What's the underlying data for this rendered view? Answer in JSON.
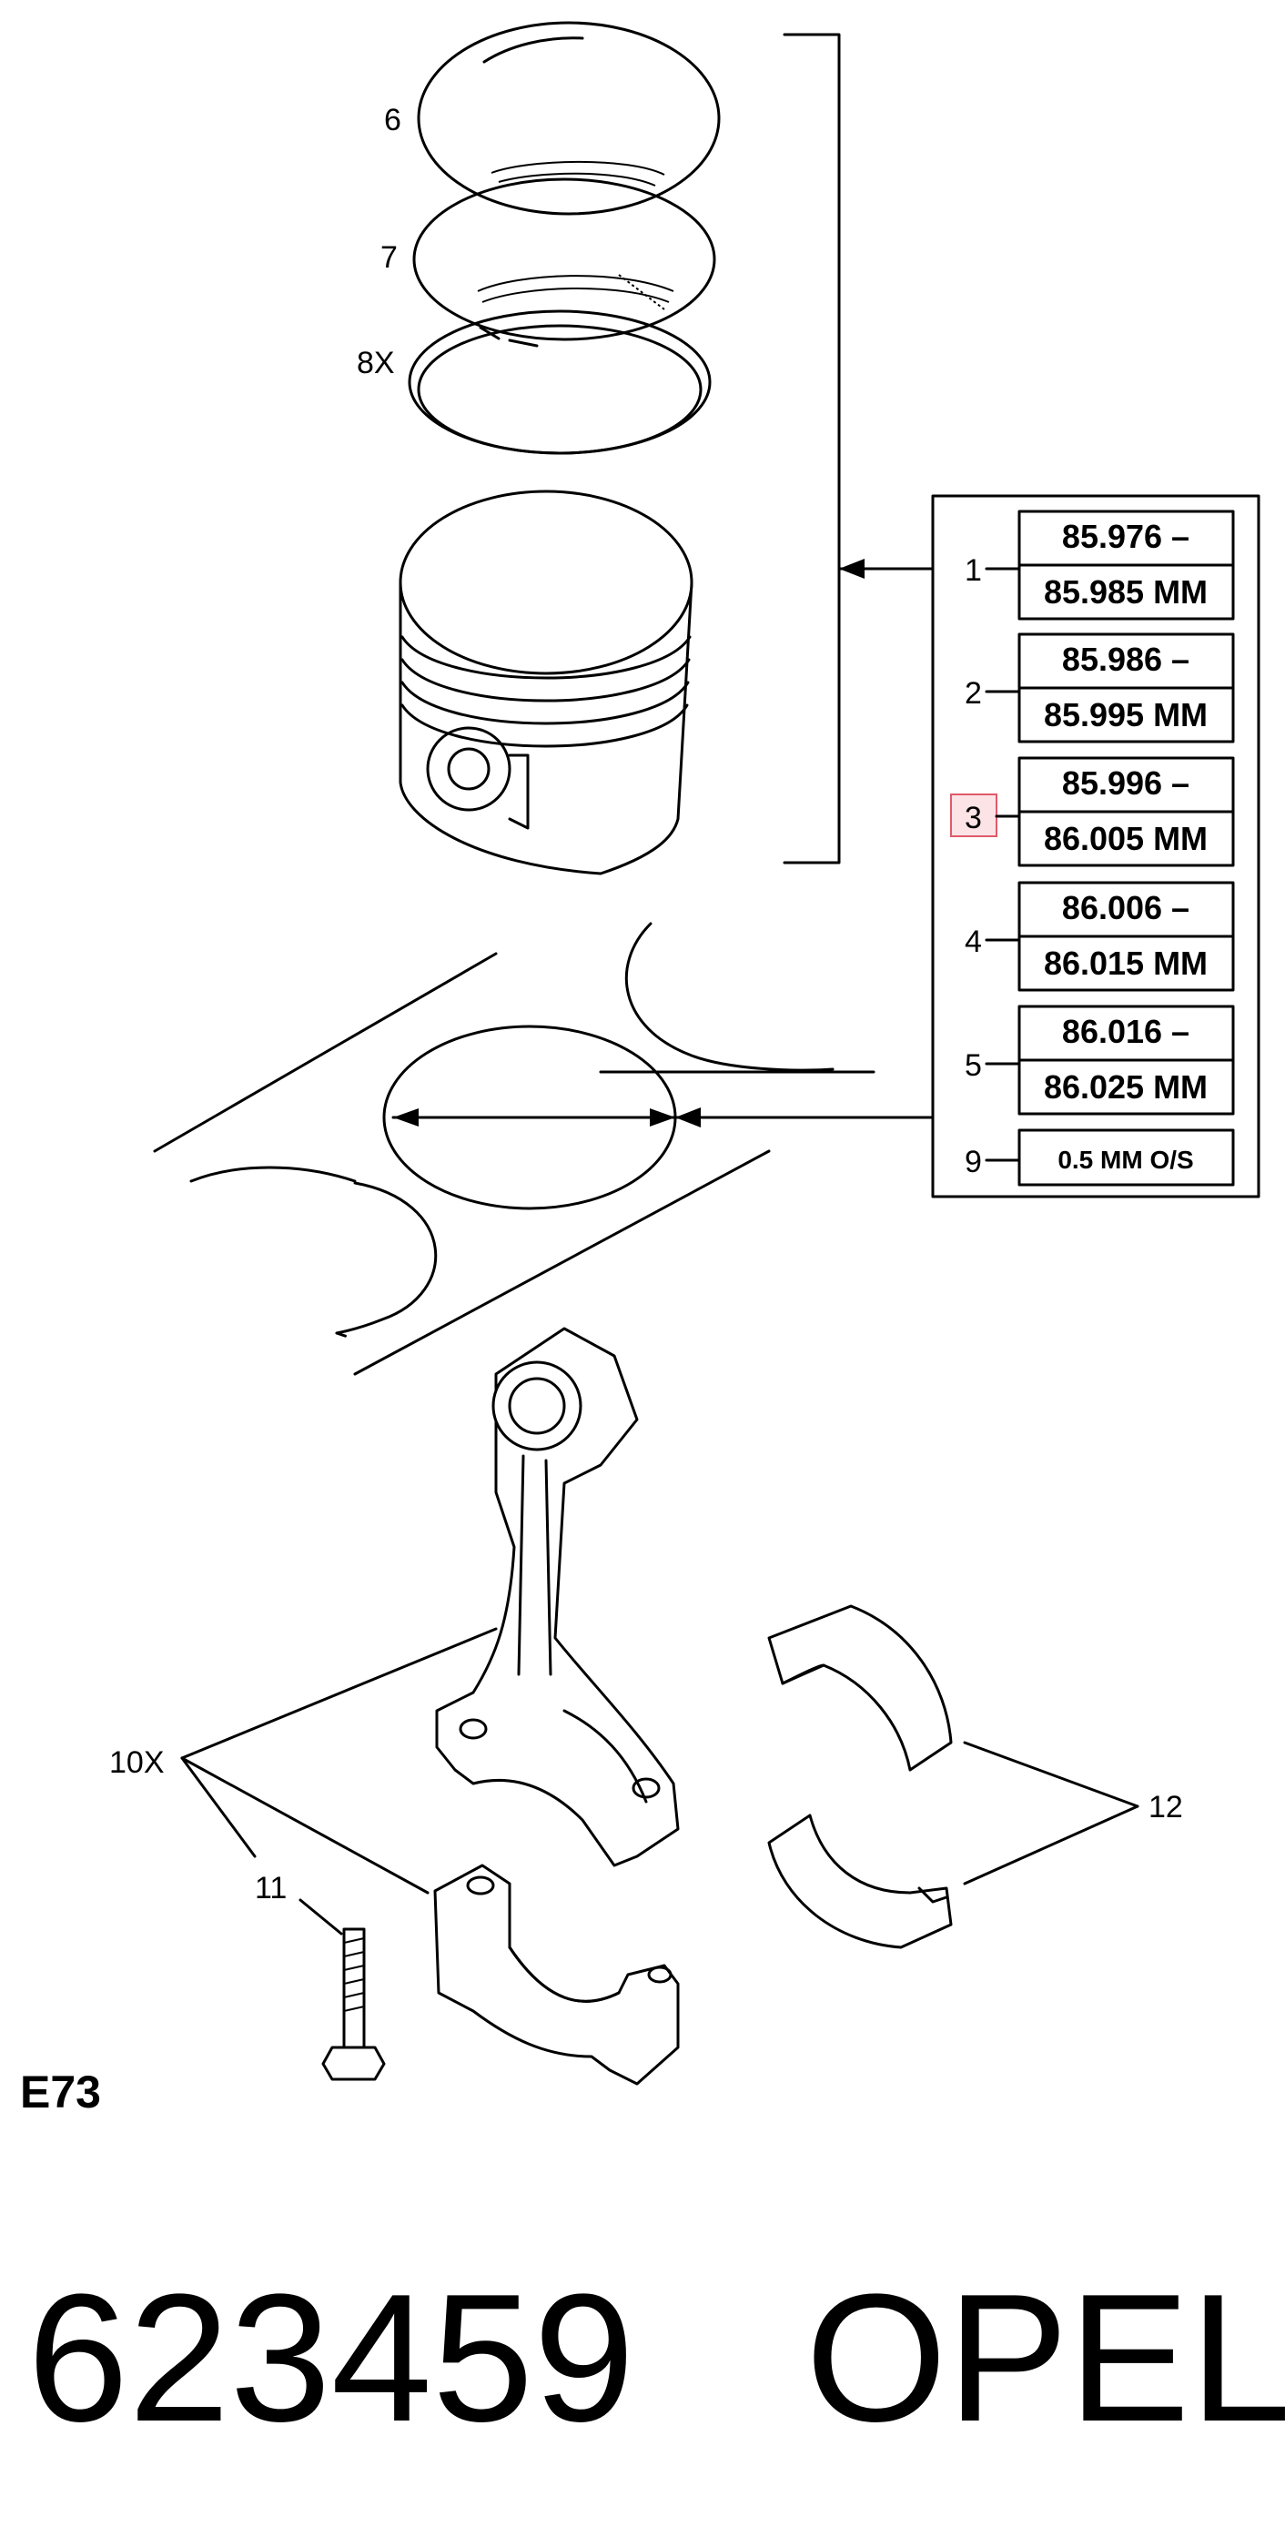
{
  "callouts": {
    "ring_6": "6",
    "ring_7": "7",
    "ring_8": "8X",
    "rod_10": "10X",
    "bolt_11": "11",
    "bearing_12": "12"
  },
  "size_table": {
    "rows": [
      {
        "num": "1",
        "line1": "85.976 –",
        "line2": "85.985 MM"
      },
      {
        "num": "2",
        "line1": "85.986 –",
        "line2": "85.995 MM"
      },
      {
        "num": "3",
        "line1": "85.996 –",
        "line2": "86.005 MM",
        "highlighted": true
      },
      {
        "num": "4",
        "line1": "86.006 –",
        "line2": "86.015 MM"
      },
      {
        "num": "5",
        "line1": "86.016 –",
        "line2": "86.025 MM"
      }
    ],
    "oversize": {
      "num": "9",
      "label": "0.5 MM O/S"
    },
    "highlight_color": "#e05a6a"
  },
  "diagram_code": "E73",
  "footer": {
    "part_number": "623459",
    "brand": "OPEL"
  }
}
